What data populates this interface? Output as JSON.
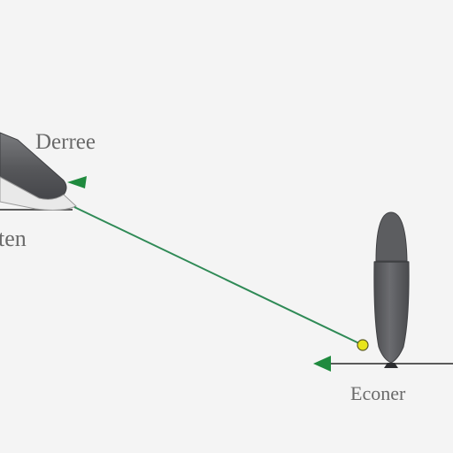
{
  "diagram": {
    "labels": {
      "top_left": "Derree",
      "middle_left": "ten",
      "bottom_right": "Econer"
    },
    "icons": {
      "left_object": "pen-shaped-object-icon",
      "right_object": "bullet-shaped-object-icon",
      "left_arrow": "arrowhead-icon",
      "right_arrow": "arrowhead-icon",
      "endpoint": "yellow-dot-icon"
    },
    "colors": {
      "background": "#f4f4f4",
      "object_fill": "#5f6062",
      "object_highlight": "#8a8b8e",
      "line": "#2f8a56",
      "arrow": "#1f8a3e",
      "dot": "#e8e51a",
      "baseline": "#5a5a5a",
      "text": "#6a6a6a"
    }
  }
}
